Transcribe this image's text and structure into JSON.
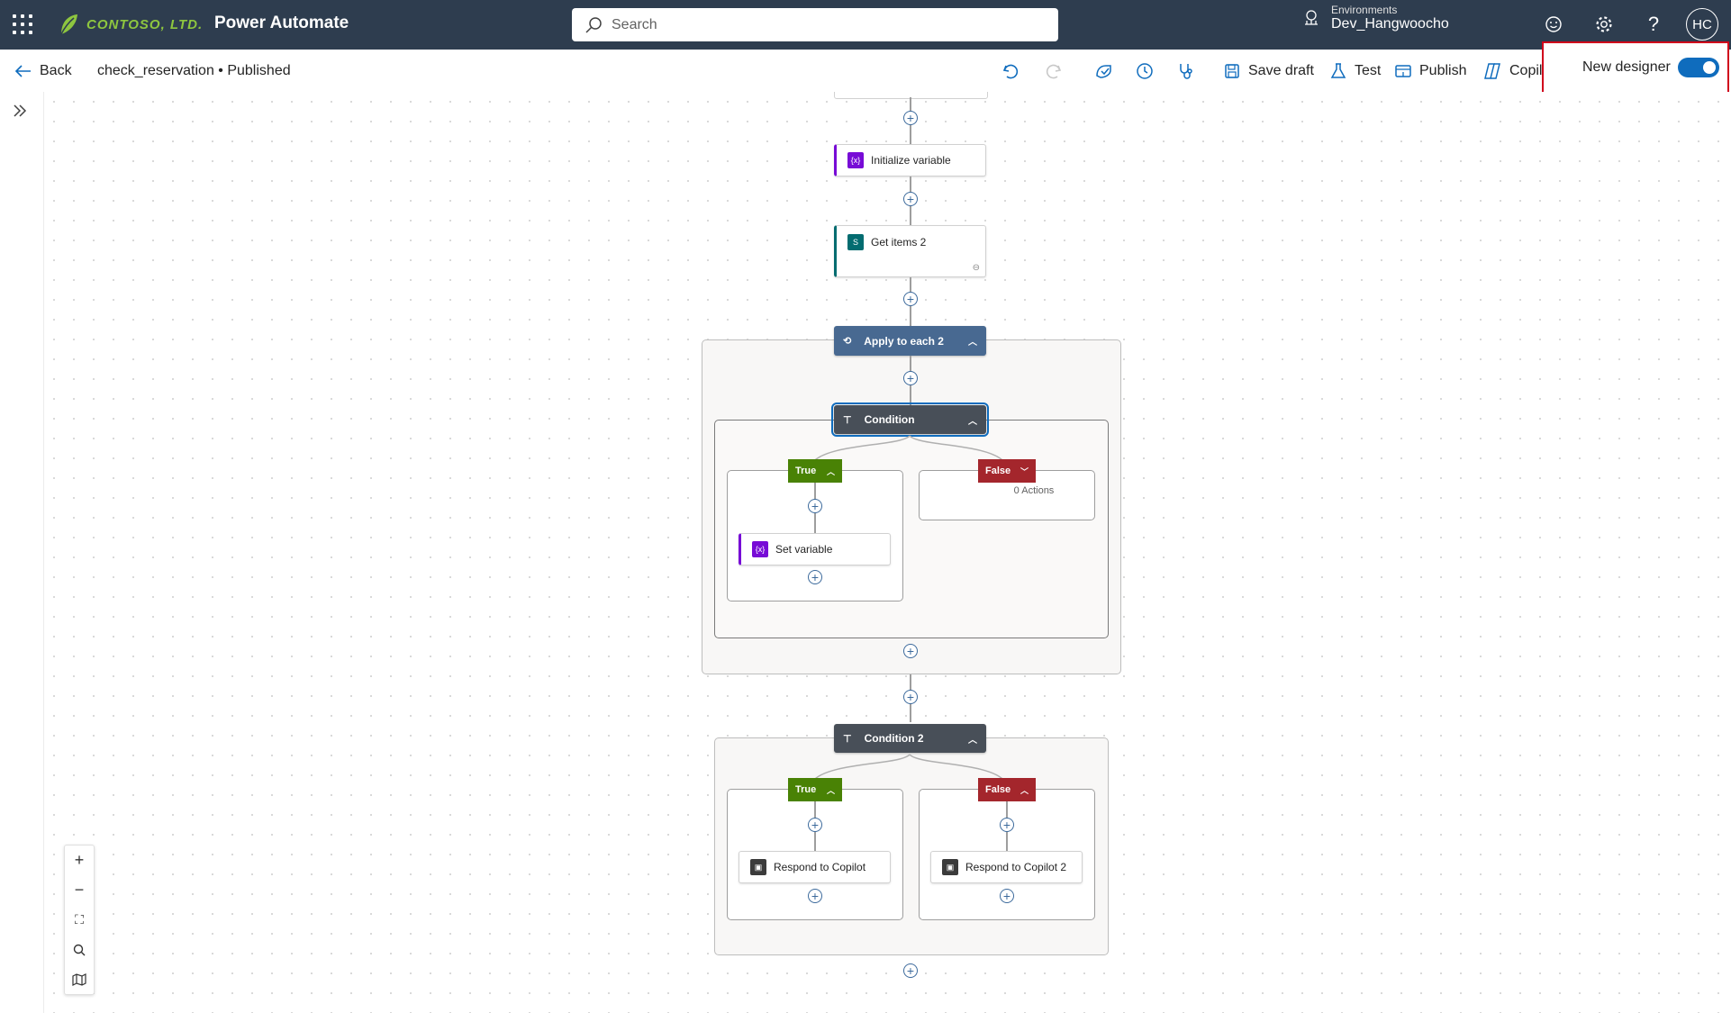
{
  "header": {
    "brand": "CONTOSO, LTD.",
    "app_title": "Power Automate",
    "search_placeholder": "Search",
    "env_label": "Environments",
    "env_name": "Dev_Hangwoocho",
    "avatar": "HC"
  },
  "command_bar": {
    "back": "Back",
    "flow_name": "check_reservation • Published",
    "save_draft": "Save draft",
    "test": "Test",
    "publish": "Publish",
    "copilot": "Copilot",
    "new_designer": "New designer",
    "new_designer_on": true
  },
  "canvas": {
    "init_var": "Initialize variable",
    "get_items": "Get items 2",
    "apply_each": "Apply to each 2",
    "condition": "Condition",
    "true1": "True",
    "false1": "False",
    "false1_note": "0 Actions",
    "set_var": "Set variable",
    "condition2": "Condition 2",
    "true2": "True",
    "false2": "False",
    "respond1": "Respond to Copilot",
    "respond2": "Respond to Copilot 2"
  },
  "colors": {
    "topbar": "#2e3d4f",
    "accent": "#0f6cbd",
    "true": "#498205",
    "false": "#a4262c",
    "loop": "#486991",
    "condition": "#484f58",
    "variable": "#770bd6",
    "sharepoint": "#036c70"
  },
  "icons": [
    "waffle-icon",
    "search-icon",
    "environment-icon",
    "smiley-icon",
    "gear-icon",
    "help-icon",
    "back-arrow-icon",
    "undo-icon",
    "redo-icon",
    "flow-checker-icon",
    "history-icon",
    "stethoscope-icon",
    "save-icon",
    "flask-icon",
    "publish-icon",
    "copilot-icon",
    "chevron-double-right-icon",
    "zoom-in-icon",
    "zoom-out-icon",
    "fit-view-icon",
    "search-zoom-icon",
    "minimap-icon"
  ]
}
